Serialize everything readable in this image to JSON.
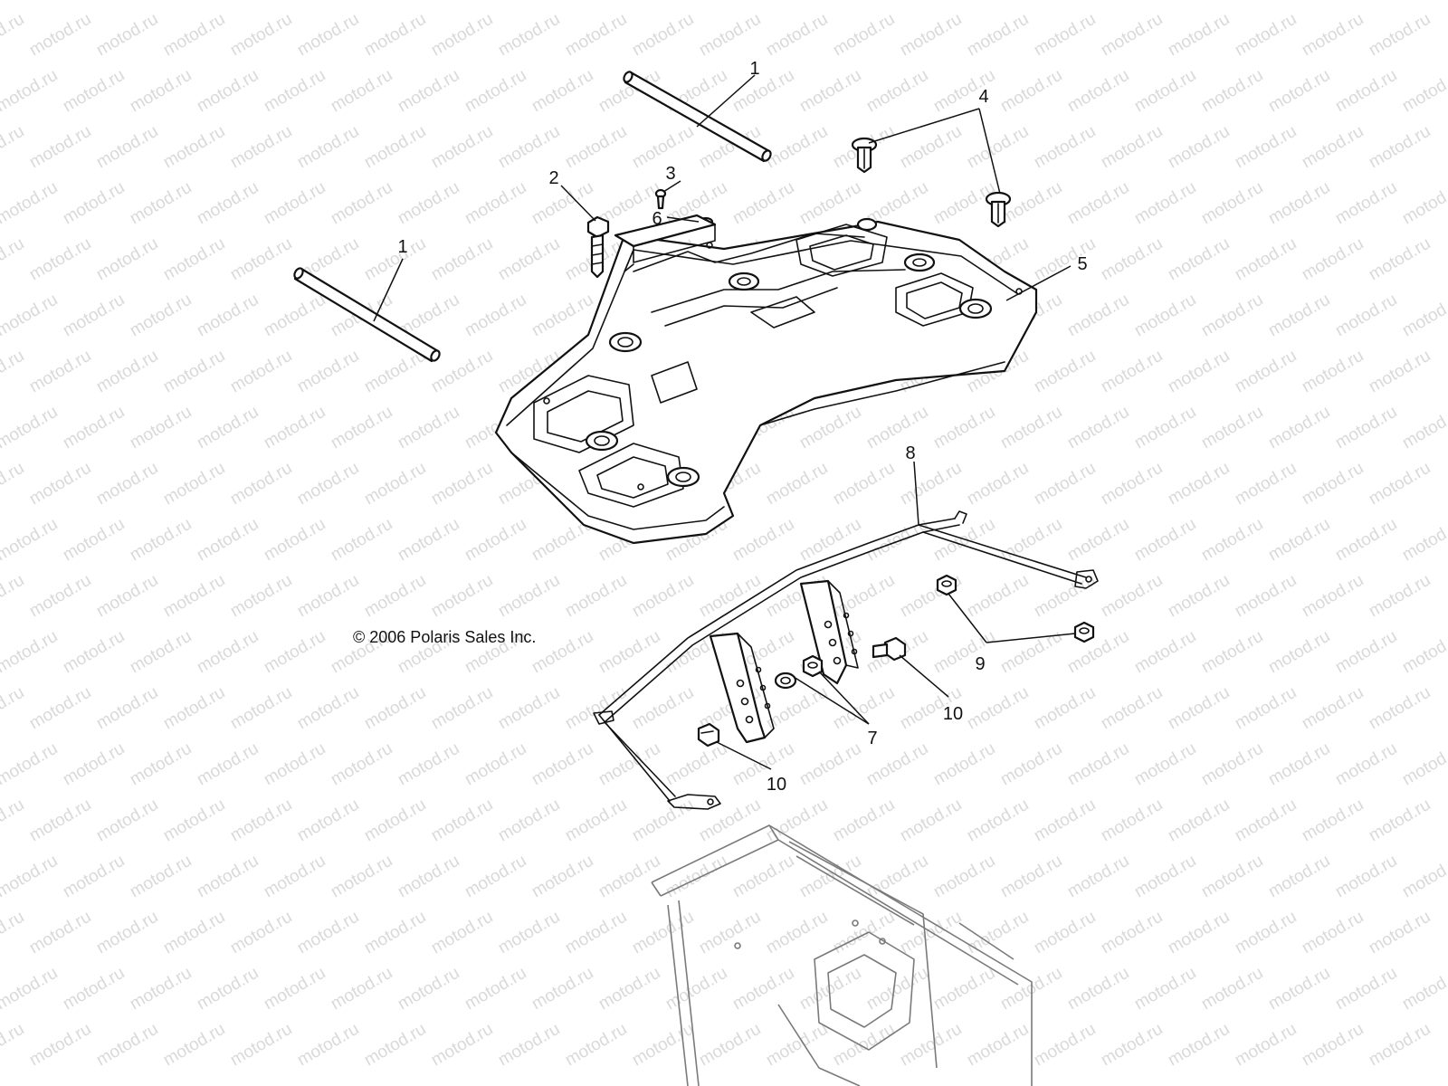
{
  "watermark": {
    "text": "motod.ru"
  },
  "copyright": "© 2006 Polaris Sales Inc.",
  "callouts": {
    "c1_top": "1",
    "c1_left": "1",
    "c2": "2",
    "c3": "3",
    "c4": "4",
    "c5": "5",
    "c6": "6",
    "c7": "7",
    "c8": "8",
    "c9": "9",
    "c10_right": "10",
    "c10_left": "10"
  }
}
